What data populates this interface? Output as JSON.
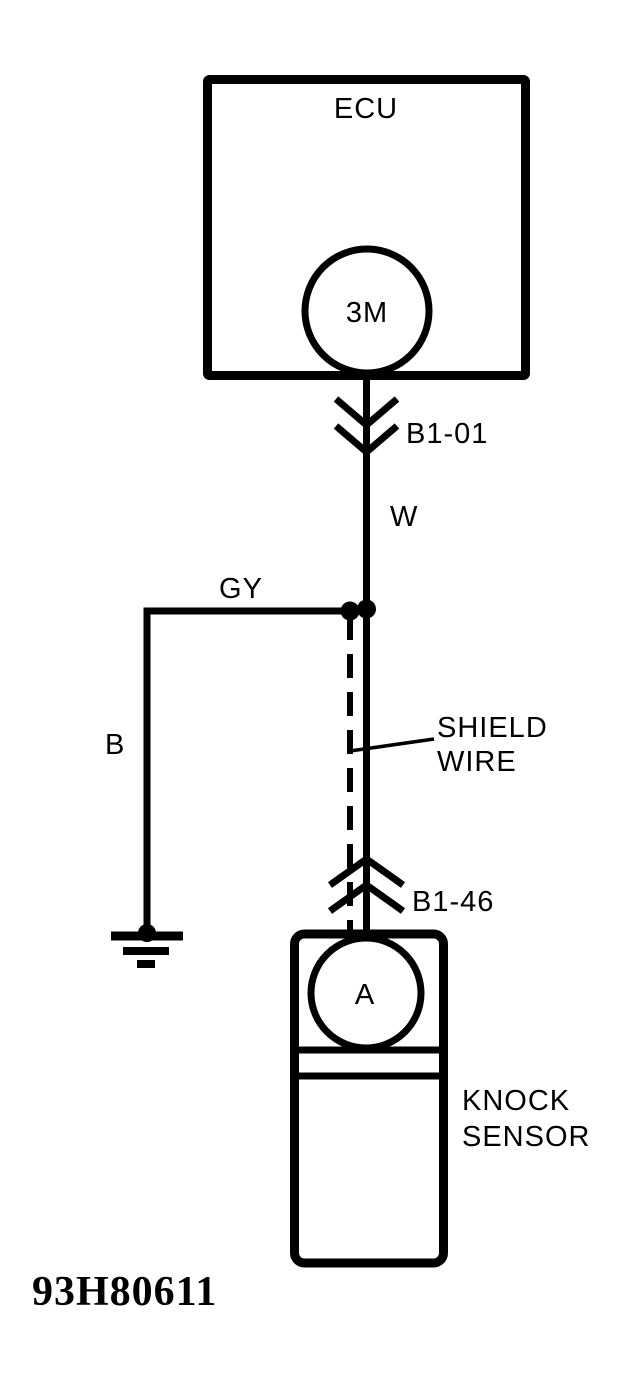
{
  "page": {
    "background_color": "#ffffff",
    "ink_color": "#000000",
    "figure_code": "93H80611"
  },
  "diagram": {
    "ecu": {
      "label": "ECU",
      "terminal": "3M"
    },
    "top_connector": {
      "label": "B1-01"
    },
    "wires": {
      "main_color_code": "W",
      "branch_color_code": "GY",
      "ground_color_code": "B"
    },
    "shield_wire": {
      "label_line1": "SHIELD",
      "label_line2": "WIRE"
    },
    "bottom_connector": {
      "label": "B1-46"
    },
    "knock_sensor": {
      "terminal": "A",
      "label_line1": "KNOCK",
      "label_line2": "SENSOR"
    }
  }
}
